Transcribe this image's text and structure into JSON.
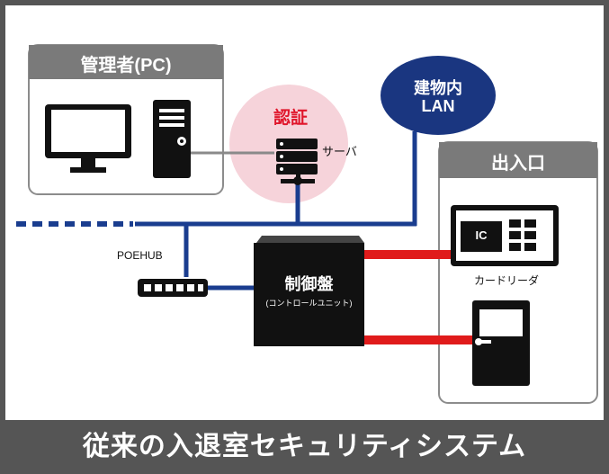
{
  "groups": {
    "admin": "管理者(PC)",
    "entrance": "出入口"
  },
  "auth": {
    "title": "認証",
    "server_label": "サーバ"
  },
  "network": {
    "building_lan_line1": "建物内",
    "building_lan_line2": "LAN",
    "poehub_label": "POEHUB"
  },
  "control_panel": {
    "title": "制御盤",
    "subtitle": "(コントロールユニット)"
  },
  "card_reader": {
    "ic_label": "IC",
    "label": "カードリーダ"
  },
  "footer_title": "従来の入退室セキュリティシステム",
  "colors": {
    "lan_blue": "#1a3d8f",
    "lan_cloud": "#1a3680",
    "auth_pink": "#f6d3da",
    "auth_red": "#e0162b",
    "group_header": "#7a7a7a",
    "cable_red": "#e01b1b",
    "footer_bg": "#555555"
  },
  "icons": [
    "monitor-icon",
    "pc-tower-icon",
    "server-icon",
    "poe-hub-icon",
    "card-reader-icon",
    "door-icon"
  ]
}
